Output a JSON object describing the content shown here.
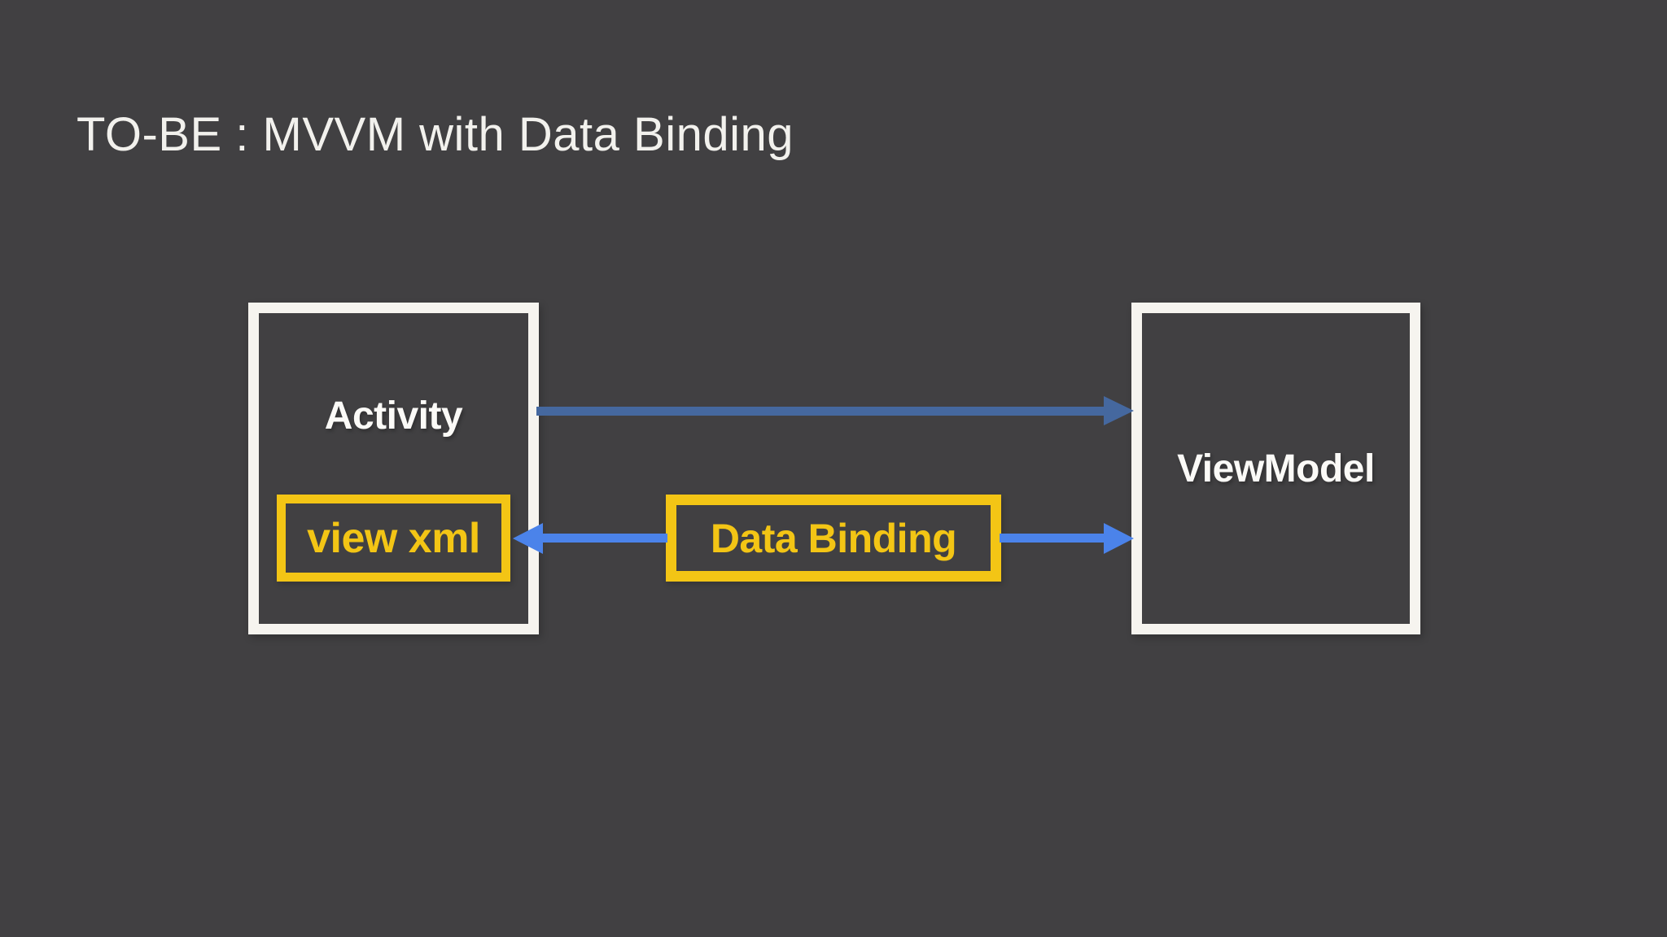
{
  "slide": {
    "title": "TO-BE : MVVM with Data Binding"
  },
  "diagram": {
    "activity": {
      "label": "Activity"
    },
    "view_xml": {
      "label": "view xml"
    },
    "viewmodel": {
      "label": "ViewModel"
    },
    "data_binding": {
      "label": "Data Binding"
    },
    "arrows": [
      {
        "from": "Activity",
        "to": "ViewModel",
        "direction": "left-to-right",
        "color": "#45689f"
      },
      {
        "from": "Data Binding",
        "to": "view xml",
        "direction": "right-to-left",
        "color": "#4b83ea"
      },
      {
        "from": "Data Binding",
        "to": "ViewModel",
        "direction": "left-to-right",
        "color": "#4b83ea"
      }
    ]
  },
  "colors": {
    "background": "#414042",
    "box-border": "#f6f4ef",
    "accent-yellow": "#f3c515",
    "arrow-blue-top": "#45689f",
    "arrow-blue-bottom": "#4b83ea",
    "title-text": "#f2f1ed",
    "label-text": "#fbfaf7"
  }
}
